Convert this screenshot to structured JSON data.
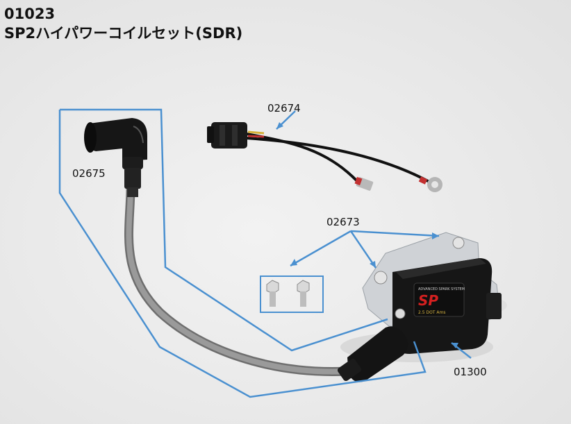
{
  "title": {
    "code": "01023",
    "name": "SP2ハイパワーコイルセット(SDR)"
  },
  "labels": {
    "plug_cap": "02675",
    "harness": "02674",
    "bolts": "02673",
    "coil": "01300"
  },
  "coil_print": {
    "brand": "SP",
    "subtitle": "ADVANCED SPARK SYSTEM",
    "footer": "2.5 DOT Ams"
  },
  "colors": {
    "callout_line": "#4a90d0",
    "background": "#ececec"
  }
}
